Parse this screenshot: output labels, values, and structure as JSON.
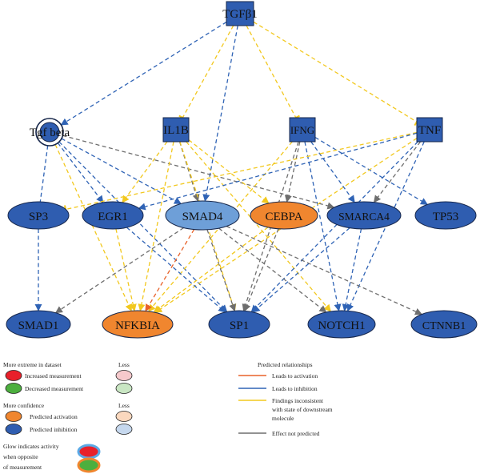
{
  "colors": {
    "activation_edge": "#e8622a",
    "inhibition_edge": "#2f63b5",
    "inconsistent_edge": "#f2c81e",
    "not_predicted_edge": "#6e6e6e",
    "inhibition_fill": "#2f5db0",
    "light_inhibition_fill": "#6e9fd8",
    "activation_fill": "#f0862f",
    "increased_fill": "#e8202a",
    "decreased_fill": "#4caf3e",
    "less_increased_fill": "#f6c9cc",
    "less_decreased_fill": "#c9e6c3",
    "less_activation_fill": "#fbd8be",
    "less_inhibition_fill": "#c6d8ee"
  },
  "nodes": {
    "tgfb1": {
      "label": "TGFβ1",
      "shape": "square",
      "state": "predicted-inhibition"
    },
    "tgfbeta": {
      "label": "Tgf beta",
      "shape": "double-circle",
      "state": "predicted-inhibition"
    },
    "il1b": {
      "label": "IL1B",
      "shape": "square",
      "state": "predicted-inhibition"
    },
    "ifng": {
      "label": "IFNG",
      "shape": "square",
      "state": "predicted-inhibition"
    },
    "tnf": {
      "label": "TNF",
      "shape": "square",
      "state": "predicted-inhibition"
    },
    "sp3": {
      "label": "SP3",
      "shape": "ellipse",
      "state": "predicted-inhibition"
    },
    "egr1": {
      "label": "EGR1",
      "shape": "ellipse",
      "state": "predicted-inhibition"
    },
    "smad4": {
      "label": "SMAD4",
      "shape": "ellipse",
      "state": "predicted-inhibition-less"
    },
    "cebpa": {
      "label": "CEBPA",
      "shape": "ellipse",
      "state": "predicted-activation"
    },
    "smarca4": {
      "label": "SMARCA4",
      "shape": "ellipse",
      "state": "predicted-inhibition"
    },
    "tp53": {
      "label": "TP53",
      "shape": "ellipse",
      "state": "predicted-inhibition"
    },
    "smad1": {
      "label": "SMAD1",
      "shape": "ellipse",
      "state": "predicted-inhibition"
    },
    "nfkbia": {
      "label": "NFKBIA",
      "shape": "ellipse",
      "state": "predicted-activation"
    },
    "sp1": {
      "label": "SP1",
      "shape": "ellipse",
      "state": "predicted-inhibition"
    },
    "notch1": {
      "label": "NOTCH1",
      "shape": "ellipse",
      "state": "predicted-inhibition"
    },
    "ctnnb1": {
      "label": "CTNNB1",
      "shape": "ellipse",
      "state": "predicted-inhibition"
    }
  },
  "edges": [
    {
      "from": "tgfb1",
      "to": "tgfbeta",
      "type": "inhibition",
      "head": "arrow"
    },
    {
      "from": "tgfb1",
      "to": "il1b",
      "type": "inconsistent",
      "head": "bar"
    },
    {
      "from": "tgfb1",
      "to": "ifng",
      "type": "inconsistent",
      "head": "bar"
    },
    {
      "from": "tgfb1",
      "to": "tnf",
      "type": "inconsistent",
      "head": "bar"
    },
    {
      "from": "tgfb1",
      "to": "smad4",
      "type": "inhibition",
      "head": "arrow"
    },
    {
      "from": "tgfbeta",
      "to": "sp3",
      "type": "inhibition",
      "head": "none"
    },
    {
      "from": "tgfbeta",
      "to": "egr1",
      "type": "inhibition",
      "head": "arrow"
    },
    {
      "from": "tgfbeta",
      "to": "smad4",
      "type": "inhibition",
      "head": "arrow"
    },
    {
      "from": "tgfbeta",
      "to": "smarca4",
      "type": "not_predicted",
      "head": "arrow"
    },
    {
      "from": "tgfbeta",
      "to": "nfkbia",
      "type": "inconsistent",
      "head": "arrow"
    },
    {
      "from": "tgfbeta",
      "to": "sp1",
      "type": "inhibition",
      "head": "arrow"
    },
    {
      "from": "sp3",
      "to": "smad1",
      "type": "inhibition",
      "head": "arrow"
    },
    {
      "from": "il1b",
      "to": "egr1",
      "type": "inconsistent",
      "head": "arrow"
    },
    {
      "from": "il1b",
      "to": "smad4",
      "type": "not_predicted",
      "head": "arrow"
    },
    {
      "from": "il1b",
      "to": "cebpa",
      "type": "inconsistent",
      "head": "arrow"
    },
    {
      "from": "il1b",
      "to": "nfkbia",
      "type": "inconsistent",
      "head": "arrow"
    },
    {
      "from": "il1b",
      "to": "sp1",
      "type": "inconsistent",
      "head": "arrow"
    },
    {
      "from": "il1b",
      "to": "notch1",
      "type": "inconsistent",
      "head": "arrow"
    },
    {
      "from": "ifng",
      "to": "cebpa",
      "type": "not_predicted",
      "head": "arrow"
    },
    {
      "from": "ifng",
      "to": "smarca4",
      "type": "inhibition",
      "head": "arrow"
    },
    {
      "from": "ifng",
      "to": "tp53",
      "type": "inhibition",
      "head": "arrow"
    },
    {
      "from": "ifng",
      "to": "notch1",
      "type": "inhibition",
      "head": "arrow"
    },
    {
      "from": "ifng",
      "to": "sp1",
      "type": "not_predicted",
      "head": "arrow"
    },
    {
      "from": "ifng",
      "to": "nfkbia",
      "type": "inconsistent",
      "head": "arrow"
    },
    {
      "from": "tnf",
      "to": "sp3",
      "type": "inconsistent",
      "head": "bar"
    },
    {
      "from": "tnf",
      "to": "egr1",
      "type": "inhibition",
      "head": "arrow"
    },
    {
      "from": "tnf",
      "to": "smarca4",
      "type": "not_predicted",
      "head": "arrow"
    },
    {
      "from": "tnf",
      "to": "sp1",
      "type": "inhibition",
      "head": "arrow"
    },
    {
      "from": "tnf",
      "to": "notch1",
      "type": "inhibition",
      "head": "arrow"
    },
    {
      "from": "tnf",
      "to": "nfkbia",
      "type": "inconsistent",
      "head": "arrow"
    },
    {
      "from": "egr1",
      "to": "sp1",
      "type": "inhibition",
      "head": "arrow"
    },
    {
      "from": "egr1",
      "to": "nfkbia",
      "type": "inconsistent",
      "head": "arrow"
    },
    {
      "from": "smad4",
      "to": "smad1",
      "type": "not_predicted",
      "head": "arrow"
    },
    {
      "from": "smad4",
      "to": "nfkbia",
      "type": "activation",
      "head": "arrow"
    },
    {
      "from": "smad4",
      "to": "sp1",
      "type": "not_predicted",
      "head": "arrow"
    },
    {
      "from": "smad4",
      "to": "notch1",
      "type": "not_predicted",
      "head": "arrow"
    },
    {
      "from": "smad4",
      "to": "ctnnb1",
      "type": "not_predicted",
      "head": "arrow"
    },
    {
      "from": "cebpa",
      "to": "sp1",
      "type": "not_predicted",
      "head": "arrow"
    },
    {
      "from": "cebpa",
      "to": "nfkbia",
      "type": "inconsistent",
      "head": "arrow"
    },
    {
      "from": "smarca4",
      "to": "sp1",
      "type": "inhibition",
      "head": "arrow"
    },
    {
      "from": "smarca4",
      "to": "notch1",
      "type": "inhibition",
      "head": "arrow"
    }
  ],
  "legend": {
    "measurement_title": "More extreme in dataset",
    "less_label_1": "Less",
    "increased": "Increased measurement",
    "decreased": "Decreased measurement",
    "confidence_title": "More confidence",
    "less_label_2": "Less",
    "predicted_activation": "Predicted activation",
    "predicted_inhibition": "Predicted inhibition",
    "glow_line1": "Glow indicates activity",
    "glow_line2": "when opposite",
    "glow_line3": "of measurement",
    "relationships_title": "Predicted relationships",
    "leads_activation": "Leads to activation",
    "leads_inhibition": "Leads to inhibition",
    "inconsistent_line1": "Findings inconsistent",
    "inconsistent_line2": "with state of downstream",
    "inconsistent_line3": "molecule",
    "not_predicted": "Effect not predicted"
  }
}
